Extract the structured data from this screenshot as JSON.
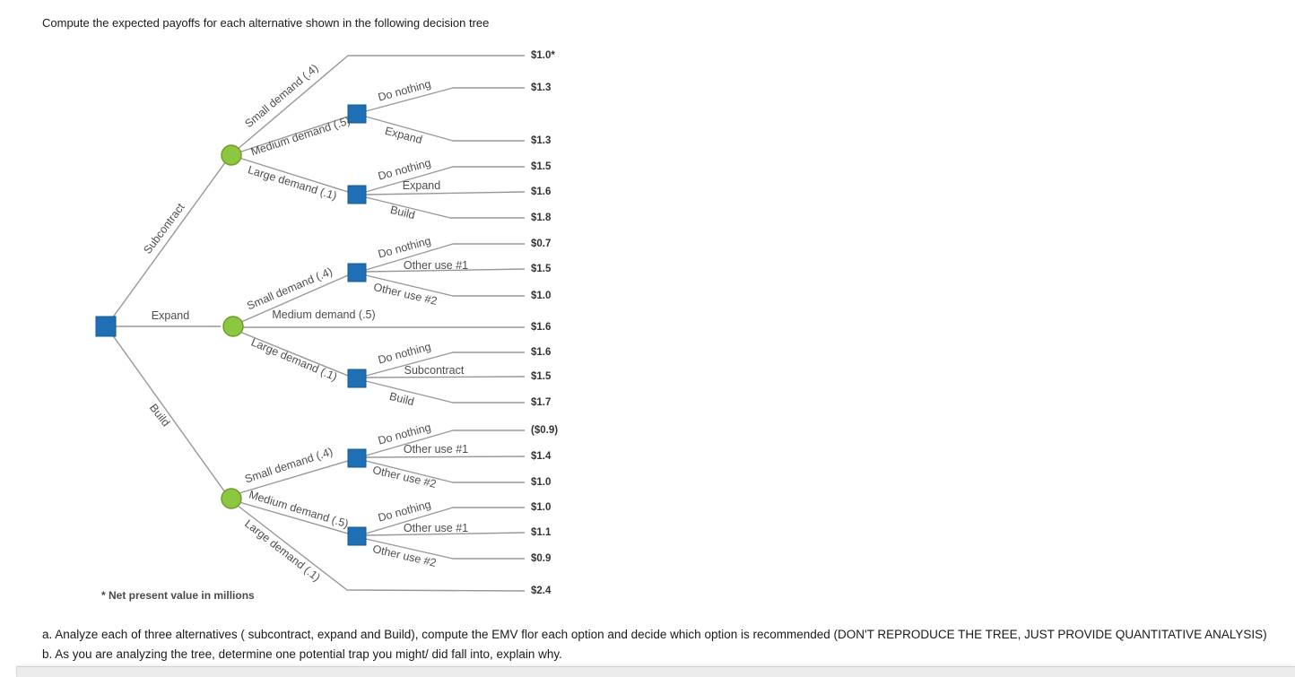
{
  "question": {
    "title": "Compute the expected payoffs for each alternative shown in the following decision tree",
    "part_a": "a. Analyze each of three alternatives ( subcontract, expand and Build), compute the EMV flor each option and decide which option is recommended (DON'T REPRODUCE THE TREE, JUST PROVIDE QUANTITATIVE ANALYSIS)",
    "part_b": "b. As you are analyzing the tree, determine one potential trap you might/ did fall into, explain why."
  },
  "colors": {
    "decision_node": "#1f6fb5",
    "chance_node": "#8dc63f",
    "edge": "#989898"
  },
  "tree": {
    "footnote": "* Net present value in millions",
    "alternatives": [
      {
        "label": "Subcontract",
        "outcomes": [
          {
            "label": "Small demand (.4)",
            "payoff": "$1.0*"
          },
          {
            "label": "Medium demand (.5)",
            "decisions": [
              {
                "label": "Do nothing",
                "payoff": "$1.3"
              },
              {
                "label": "Expand",
                "payoff": "$1.3"
              }
            ]
          },
          {
            "label": "Large demand (.1)",
            "decisions": [
              {
                "label": "Do nothing",
                "payoff": "$1.5"
              },
              {
                "label": "Expand",
                "payoff": "$1.6"
              },
              {
                "label": "Build",
                "payoff": "$1.8"
              }
            ]
          }
        ]
      },
      {
        "label": "Expand",
        "outcomes": [
          {
            "label": "Small demand (.4)",
            "decisions": [
              {
                "label": "Do nothing",
                "payoff": "$0.7"
              },
              {
                "label": "Other use #1",
                "payoff": "$1.5"
              },
              {
                "label": "Other use #2",
                "payoff": "$1.0"
              }
            ]
          },
          {
            "label": "Medium demand (.5)",
            "payoff": "$1.6"
          },
          {
            "label": "Large demand (.1)",
            "decisions": [
              {
                "label": "Do nothing",
                "payoff": "$1.6"
              },
              {
                "label": "Subcontract",
                "payoff": "$1.5"
              },
              {
                "label": "Build",
                "payoff": "$1.7"
              }
            ]
          }
        ]
      },
      {
        "label": "Build",
        "outcomes": [
          {
            "label": "Small demand (.4)",
            "decisions": [
              {
                "label": "Do nothing",
                "payoff": "($0.9)"
              },
              {
                "label": "Other use #1",
                "payoff": "$1.4"
              },
              {
                "label": "Other use #2",
                "payoff": "$1.0"
              }
            ]
          },
          {
            "label": "Medium demand (.5)",
            "decisions": [
              {
                "label": "Do nothing",
                "payoff": "$1.0"
              },
              {
                "label": "Other use #1",
                "payoff": "$1.1"
              },
              {
                "label": "Other use #2",
                "payoff": "$0.9"
              }
            ]
          },
          {
            "label": "Large demand (.1)",
            "payoff": "$2.4"
          }
        ]
      }
    ]
  }
}
